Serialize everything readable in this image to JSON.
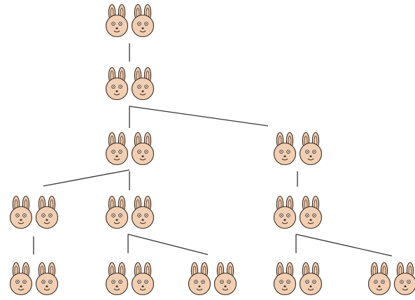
{
  "diagram": {
    "type": "rabbit-pair-family-tree",
    "icon": "rabbit-face-icon",
    "colors": {
      "fur": "#f2cfb2",
      "outline": "#3a2a20",
      "inner_ear": "#f2cfb2",
      "edge": "#333333",
      "background": "#ffffff"
    },
    "generations": [
      {
        "pairs": 1
      },
      {
        "pairs": 1
      },
      {
        "pairs": 2
      },
      {
        "pairs": 3
      },
      {
        "pairs": 5
      }
    ],
    "total_pairs_shown": 12
  }
}
